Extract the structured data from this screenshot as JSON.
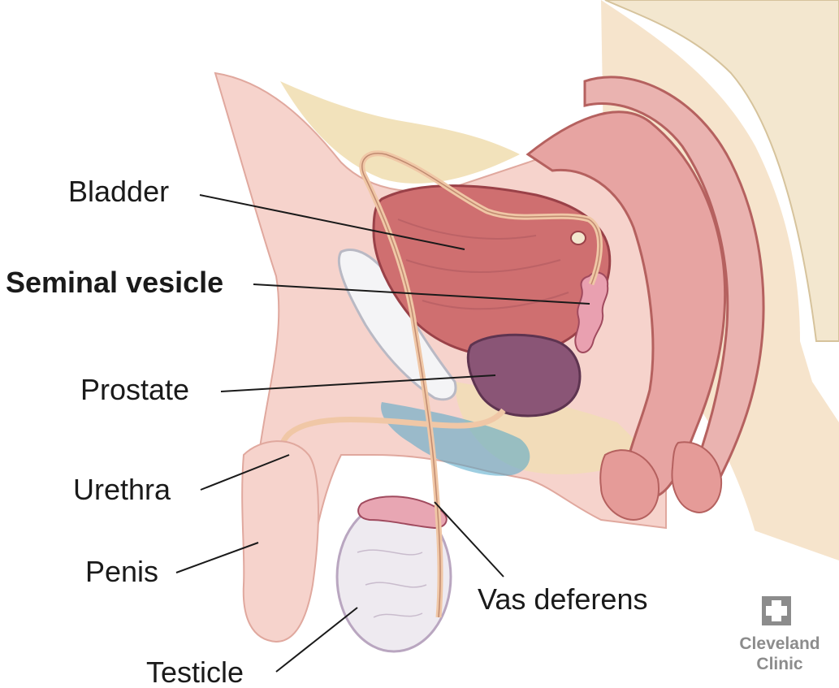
{
  "labels": {
    "bladder": "Bladder",
    "seminal_vesicle": "Seminal vesicle",
    "prostate": "Prostate",
    "urethra": "Urethra",
    "penis": "Penis",
    "testicle": "Testicle",
    "vas_deferens": "Vas deferens"
  },
  "logo": {
    "line1": "Cleveland",
    "line2": "Clinic"
  },
  "colors": {
    "skin": "#f6d3cc",
    "fat": "#f1dfb4",
    "bladder": "#cf6f70",
    "prostate": "#8a5576",
    "rectum": "#e7a4a2",
    "bone": "#f3e7cf",
    "duct": "#f0c7a6",
    "testicle": "#eeeaf0",
    "urethra_tint": "#4fa6c8",
    "line": "#1a1a1a",
    "logo_gray": "#8c8c8c"
  }
}
